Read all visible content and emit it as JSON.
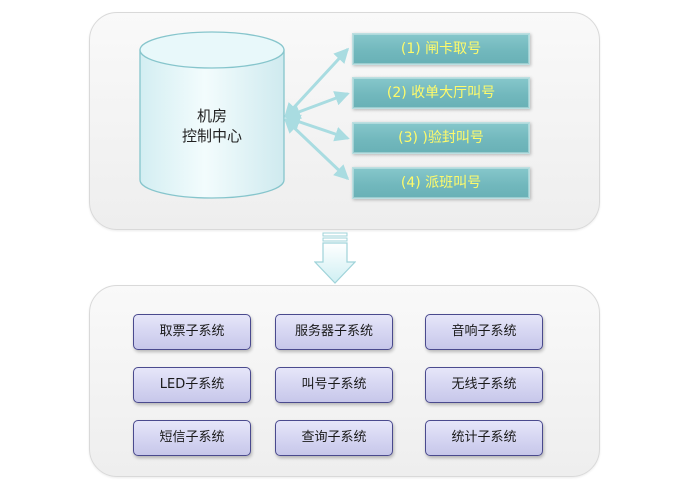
{
  "center": {
    "line1": "机房",
    "line2": "控制中心"
  },
  "calls": [
    {
      "label": "(1) 闸卡取号"
    },
    {
      "label": "(2) 收单大厅叫号"
    },
    {
      "label": "(3) )验封叫号"
    },
    {
      "label": "(4) 派班叫号"
    }
  ],
  "subsystems": [
    {
      "label": "取票子系统"
    },
    {
      "label": "服务器子系统"
    },
    {
      "label": "音响子系统"
    },
    {
      "label": "LED子系统"
    },
    {
      "label": "叫号子系统"
    },
    {
      "label": "无线子系统"
    },
    {
      "label": "短信子系统"
    },
    {
      "label": "查询子系统"
    },
    {
      "label": "统计子系统"
    }
  ],
  "colors": {
    "cylinder_fill": "#def4f7",
    "cylinder_stroke": "#86c5cc",
    "call_box_fill": "#72b8bd",
    "call_box_text": "#fffb6a",
    "arrow": "#a9dce1",
    "subsystem_fill": "#d6d6f2",
    "subsystem_border": "#4a4a8e"
  },
  "icons": {
    "flow_arrow": "down-arrow-icon",
    "link_arrows": "double-headed-arrow-icon"
  }
}
